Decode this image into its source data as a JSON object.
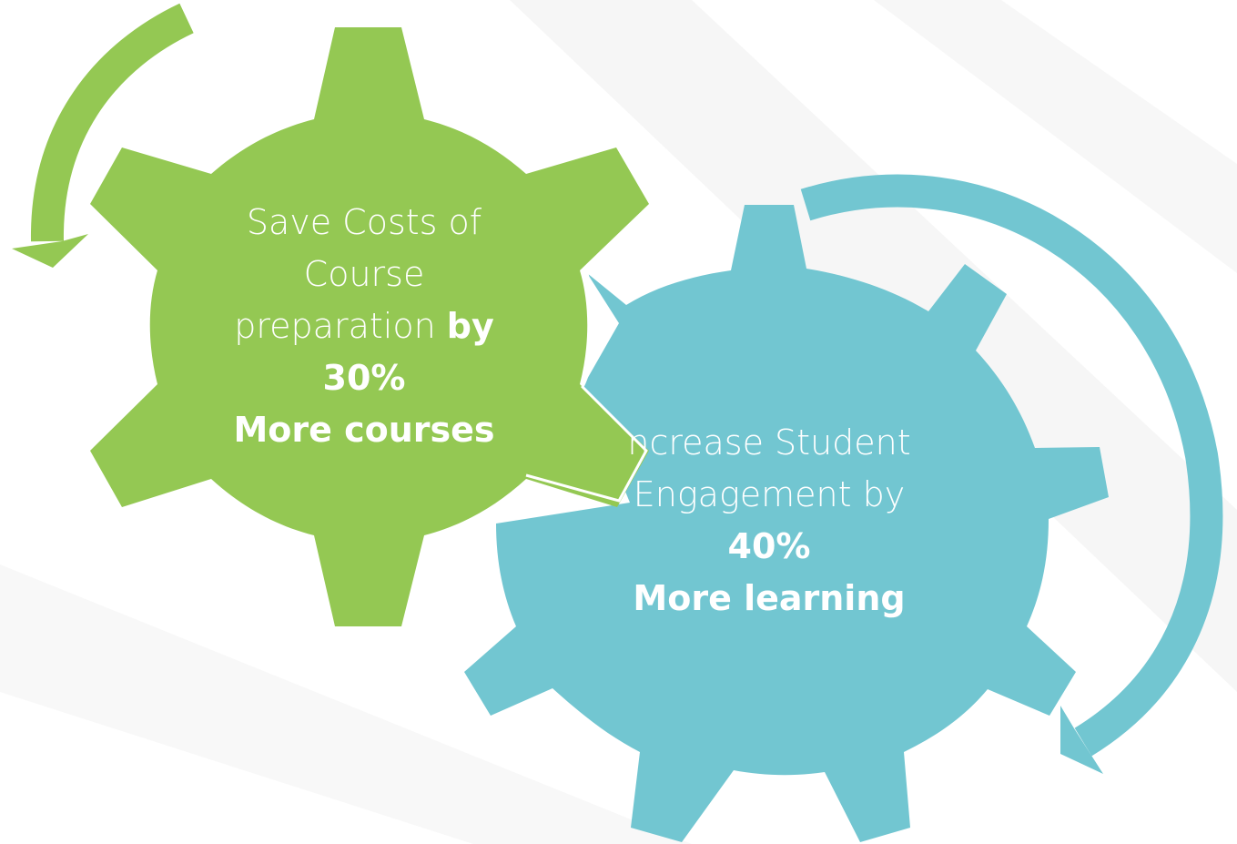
{
  "colors": {
    "green_gear": "#94c853",
    "blue_gear": "#72c6d1",
    "text": "#ffffff",
    "background": "#ffffff"
  },
  "green_gear": {
    "line1": "Save Costs of",
    "line2": "Course",
    "line3_regular": "preparation ",
    "line3_bold": "by",
    "line4": "30%",
    "line5": "More courses"
  },
  "blue_gear": {
    "line1": "ncrease Student",
    "line2": "Engagement  by",
    "line3": "40%",
    "line4": "More learning"
  },
  "icons": [
    "curved-arrow-green-icon",
    "curved-arrow-blue-icon"
  ]
}
